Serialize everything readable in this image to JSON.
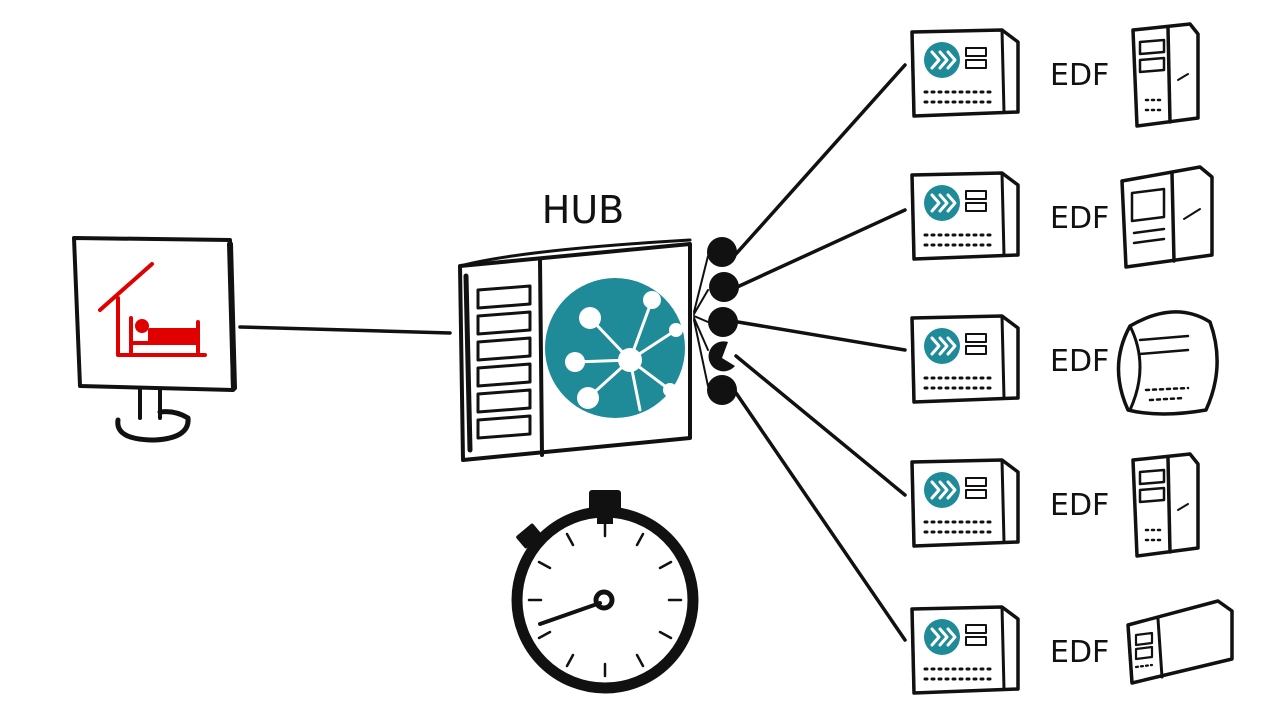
{
  "hub": {
    "label": "HUB"
  },
  "edf_nodes": [
    {
      "label": "EDF",
      "tower_style": "slim"
    },
    {
      "label": "EDF",
      "tower_style": "wide"
    },
    {
      "label": "EDF",
      "tower_style": "rounded"
    },
    {
      "label": "EDF",
      "tower_style": "slim"
    },
    {
      "label": "EDF",
      "tower_style": "horizontal"
    }
  ],
  "colors": {
    "ink": "#111111",
    "hub_teal": "#1f8a98",
    "monitor_icon_red": "#e00000",
    "background": "#ffffff"
  },
  "icons": {
    "monitor": "monitor-with-house-bed-icon",
    "hub": "hub-network-icon",
    "stopwatch": "stopwatch-icon",
    "client_server": "server-with-arrow-logo-icon"
  }
}
